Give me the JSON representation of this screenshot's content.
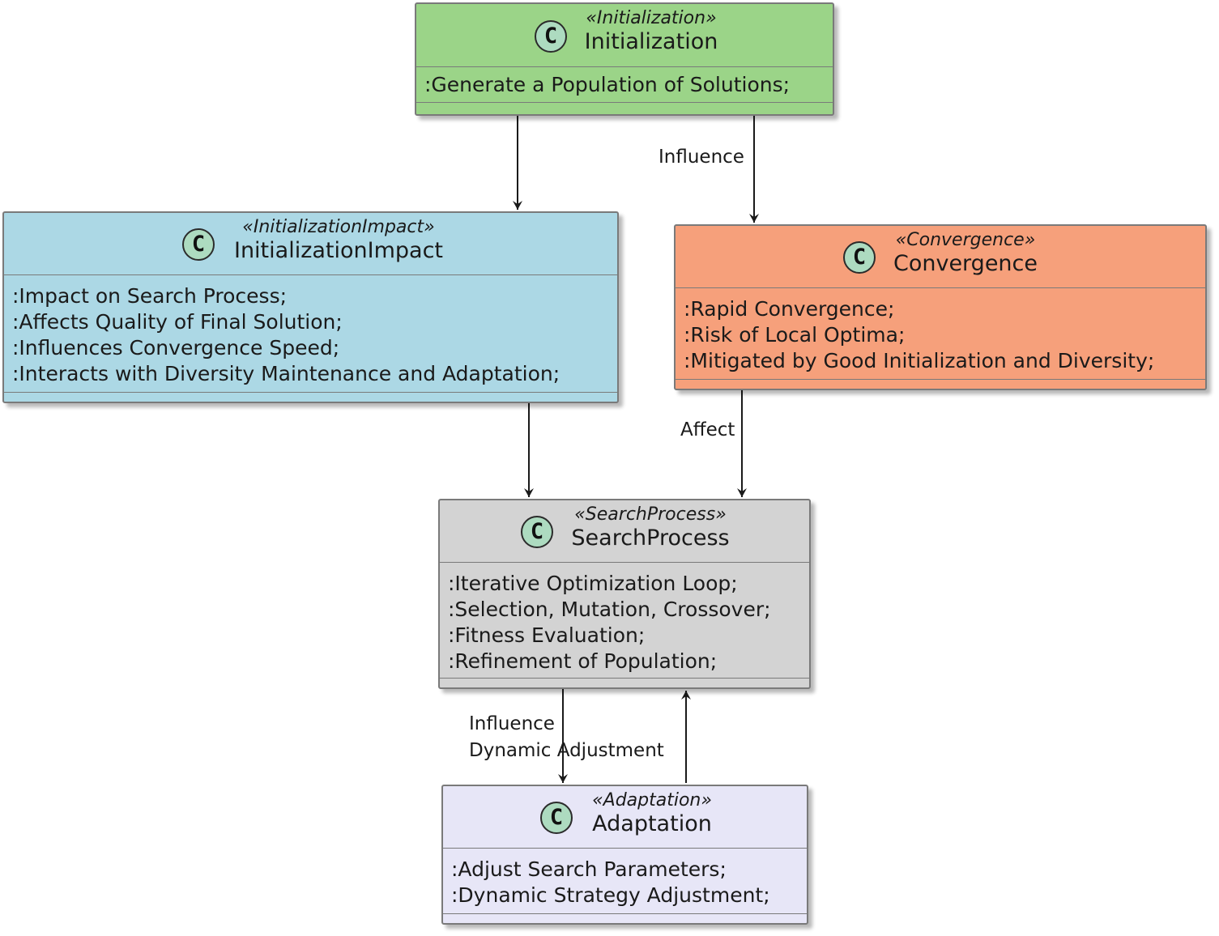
{
  "colors": {
    "initialization": "#9bd488",
    "initialization_impact": "#acd8e5",
    "convergence": "#f6a07b",
    "search_process": "#d3d3d3",
    "adaptation": "#e7e6f7",
    "class_icon": "#addbc0",
    "edge": "#1a1a1a"
  },
  "icon_glyph": "C",
  "classes": {
    "initialization": {
      "stereotype": "«Initialization»",
      "name": "Initialization",
      "attributes": [
        ":Generate a Population of Solutions;"
      ]
    },
    "initialization_impact": {
      "stereotype": "«InitializationImpact»",
      "name": "InitializationImpact",
      "attributes": [
        ":Impact on Search Process;",
        ":Affects Quality of Final Solution;",
        ":Influences Convergence Speed;",
        ":Interacts with Diversity Maintenance and Adaptation;"
      ]
    },
    "convergence": {
      "stereotype": "«Convergence»",
      "name": "Convergence",
      "attributes": [
        ":Rapid Convergence;",
        ":Risk of Local Optima;",
        ":Mitigated by Good Initialization and Diversity;"
      ]
    },
    "search_process": {
      "stereotype": "«SearchProcess»",
      "name": "SearchProcess",
      "attributes": [
        ":Iterative Optimization Loop;",
        ":Selection, Mutation, Crossover;",
        ":Fitness Evaluation;",
        ":Refinement of Population;"
      ]
    },
    "adaptation": {
      "stereotype": "«Adaptation»",
      "name": "Adaptation",
      "attributes": [
        ":Adjust Search Parameters;",
        ":Dynamic Strategy Adjustment;"
      ]
    }
  },
  "edges": [
    {
      "from": "Initialization",
      "to": "InitializationImpact",
      "label": ""
    },
    {
      "from": "Initialization",
      "to": "Convergence",
      "label": "Influence"
    },
    {
      "from": "InitializationImpact",
      "to": "SearchProcess",
      "label": ""
    },
    {
      "from": "Convergence",
      "to": "SearchProcess",
      "label": "Affect"
    },
    {
      "from": "SearchProcess",
      "to": "Adaptation",
      "label": "Influence"
    },
    {
      "from": "Adaptation",
      "to": "SearchProcess",
      "label": "Dynamic Adjustment"
    }
  ]
}
